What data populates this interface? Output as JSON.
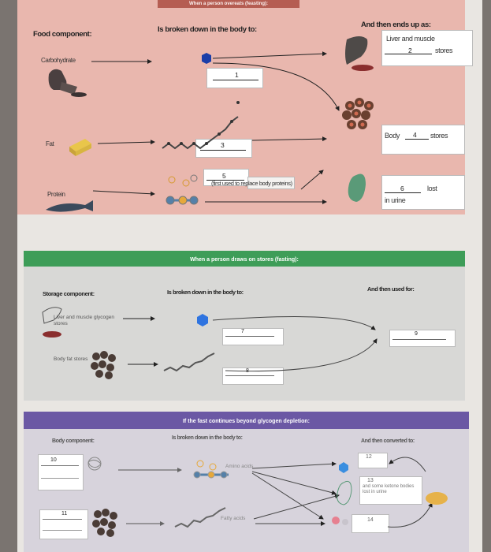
{
  "section1": {
    "banner": "When a person overeats (feasting):",
    "col1_header": "Food component:",
    "col2_header": "Is broken down in the body to:",
    "col3_header": "And then ends up as:",
    "rows": {
      "carb_label": "Carbohydrate",
      "fat_label": "Fat",
      "protein_label": "Protein"
    },
    "blank1": "1",
    "blank3": "3",
    "blank5": "5",
    "protein_note": "(first used to replace body proteins)",
    "liver_store": {
      "line1": "Liver and muscle",
      "num": "2",
      "suffix": "stores"
    },
    "body_store": {
      "prefix": "Body",
      "num": "4",
      "suffix": "stores"
    },
    "lost": {
      "num": "6",
      "suffix": "lost",
      "line2": "in urine"
    }
  },
  "section2": {
    "banner": "When a person draws on stores (fasting):",
    "col1_header": "Storage component:",
    "col2_header": "Is broken down in the body to:",
    "col3_header": "And then used for:",
    "liver_label": "Liver and muscle glycogen stores",
    "fat_label": "Body fat stores",
    "blank7": "7",
    "blank8": "8",
    "blank9": "9"
  },
  "section3": {
    "banner": "If the fast continues beyond glycogen depletion:",
    "col1_header": "Body component:",
    "col2_header": "Is broken down in the body to:",
    "col3_header": "And then converted to:",
    "blank10": "10",
    "blank11": "11",
    "blank12": "12",
    "blank13": "13",
    "blank14": "14",
    "amino_acids": "Amino acids",
    "fatty_acids": "Fatty acids",
    "ketone_text": "and some ketone bodies lost in urine"
  }
}
